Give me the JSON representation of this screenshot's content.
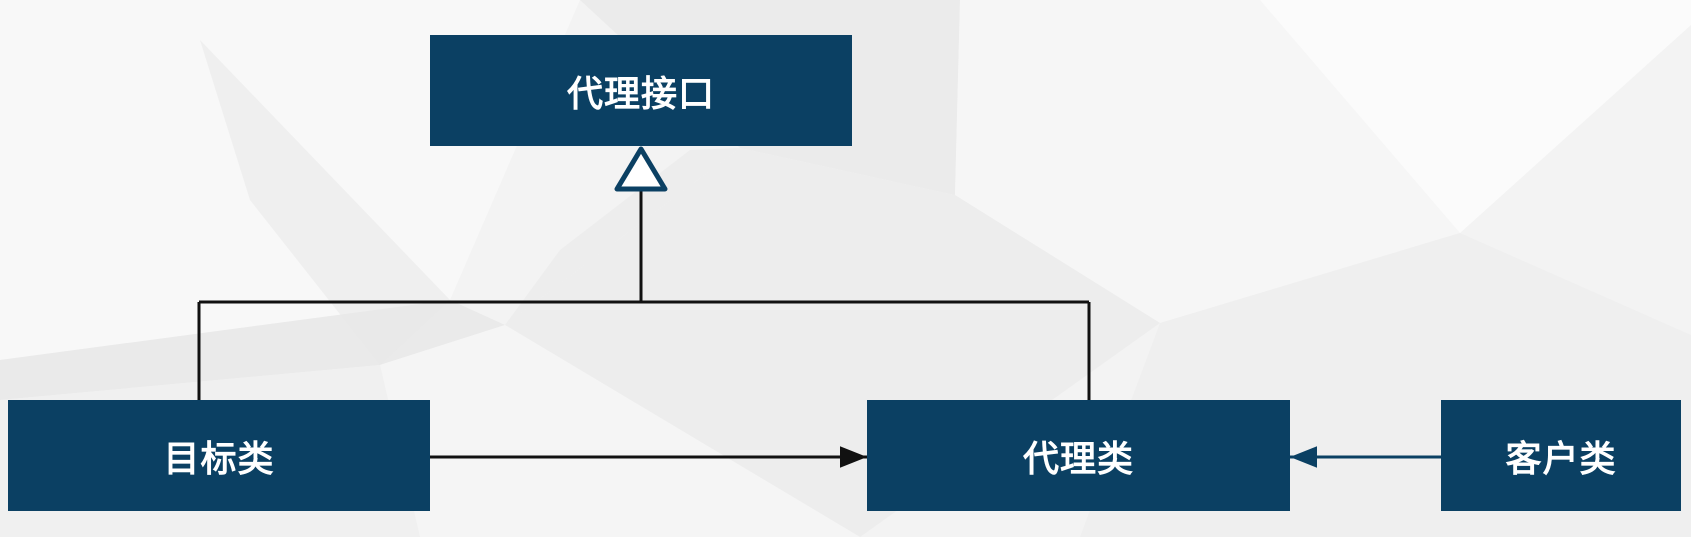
{
  "diagram": {
    "nodes": {
      "interface": "代理接口",
      "target": "目标类",
      "proxy": "代理类",
      "client": "客户类"
    }
  },
  "colors": {
    "node_fill": "#0b4063",
    "node_text": "#ffffff",
    "connector": "#111111",
    "client_arrow": "#0b4063"
  }
}
